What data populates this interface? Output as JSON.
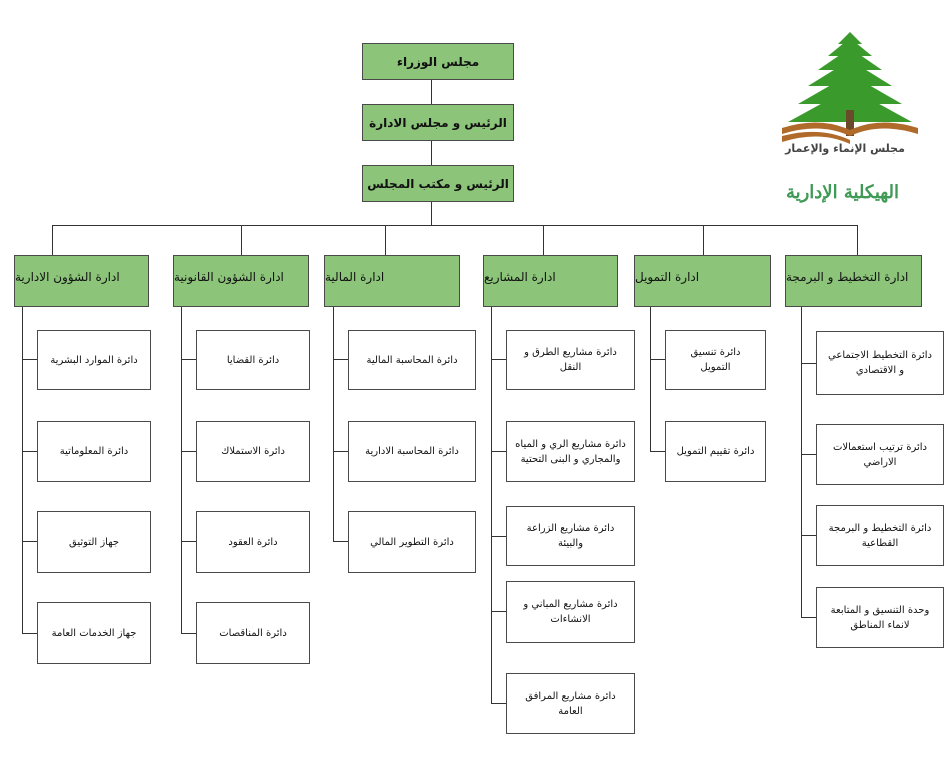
{
  "logo": {
    "caption": "مجلس الإنماء والإعمار"
  },
  "title": "الهيكلية الإدارية",
  "top_chain": [
    "مجلس الوزراء",
    "الرئيس و مجلس الادارة",
    "الرئيس و مكتب المجلس"
  ],
  "departments": [
    {
      "name": "ادارة الشؤون الادارية",
      "units": [
        "دائرة الموارد البشرية",
        "دائرة المعلوماتية",
        "جهاز التوثيق",
        "جهاز الخدمات العامة"
      ]
    },
    {
      "name": "ادارة الشؤون القانونية",
      "units": [
        "دائرة القضايا",
        "دائرة الاستملاك",
        "دائرة العقود",
        "دائرة المناقصات"
      ]
    },
    {
      "name": "ادارة المالية",
      "units": [
        "دائرة المحاسبة المالية",
        "دائرة المحاسبة الادارية",
        "دائرة التطوير المالي"
      ]
    },
    {
      "name": "ادارة المشاريع",
      "units": [
        "دائرة مشاريع الطرق و النقل",
        "دائرة مشاريع الري و المياه والمجاري و البنى التحتية",
        "دائرة مشاريع الزراعة والبيئة",
        "دائرة مشاريع المباني و الانشاءات",
        "دائرة مشاريع المرافق العامة"
      ]
    },
    {
      "name": "ادارة التمويل",
      "units": [
        "دائرة تنسيق التمويل",
        "دائرة تقييم التمويل"
      ]
    },
    {
      "name": "ادارة التخطيط و البرمجة",
      "units": [
        "دائرة التخطيط الاجتماعي و الاقتصادي",
        "دائرة ترتيب استعمالات الاراضي",
        "دائرة التخطيط و البرمجة القطاعية",
        "وحدة التنسيق و المتابعة لانماء المناطق"
      ]
    }
  ],
  "colors": {
    "box_fill": "#8cc47a",
    "title": "#3f9a55",
    "cedar": "#3a9a2c",
    "earth": "#b06a2a"
  }
}
